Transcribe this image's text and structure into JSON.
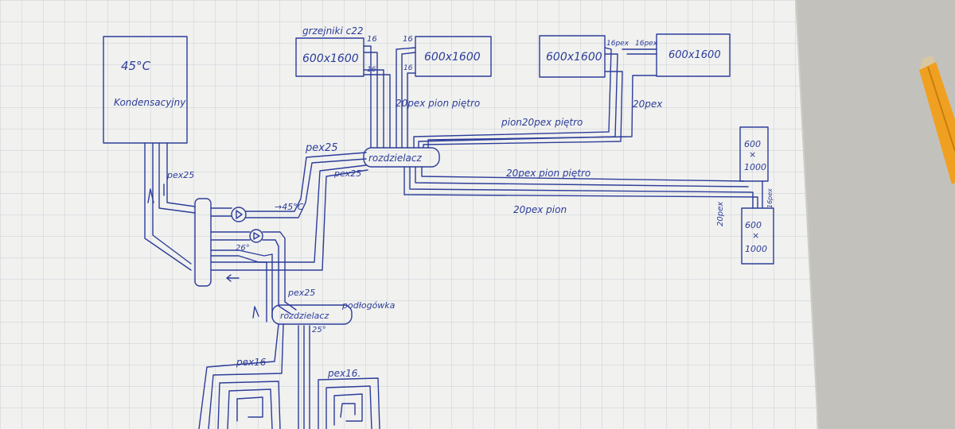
{
  "diagram": {
    "boiler": {
      "temp": "45°C",
      "type": "Kondensacyjny"
    },
    "radiators": [
      {
        "id": "r1",
        "size": "600x1600",
        "note": "grzejniki c22"
      },
      {
        "id": "r2",
        "size": "600x1600"
      },
      {
        "id": "r3",
        "size": "600x1600"
      },
      {
        "id": "r4",
        "size": "600x1600"
      },
      {
        "id": "r5",
        "size_top": "600",
        "size_x": "×",
        "size_bottom": "1000"
      },
      {
        "id": "r6",
        "size_top": "600",
        "size_x": "×",
        "size_bottom": "1000"
      }
    ],
    "manifolds": {
      "upper": "rozdzielacz",
      "floor": "rozdzielacz",
      "floor_note": "podłogówka",
      "floor_temp": "25°"
    },
    "labels": {
      "pex25_a": "pex25",
      "pex25_b": "pex25",
      "pex25_c": "pex25",
      "pex25_d": "pex25",
      "temp_45": "→45°C",
      "temp_26": "26°",
      "pex16_a": "pex16",
      "pex16_b": "pex16.",
      "pion_pietro_1": "20pex pion piętro",
      "pion_pietro_2": "pion20pex piętro",
      "pion_pietro_3": "20pex pion piętro",
      "pion_1": "20pex pion",
      "pex20_a": "20pex",
      "pex20_b": "20pex",
      "n16_a": "16",
      "n16_b": "16",
      "n16_c": "16",
      "n16_d": "16",
      "n16pex_a": "16pex",
      "n16pex_b": "16pex",
      "n16pex_c": "16pex"
    }
  },
  "colors": {
    "ink": "#2c3d9a",
    "paper": "#f1f1ef",
    "grid": "#b9c2cc",
    "pencil": "#f0a020"
  }
}
